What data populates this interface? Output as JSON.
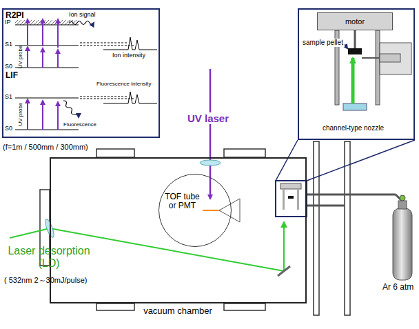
{
  "diagram": {
    "nodes": [
      {
        "text": [
          "R2PI",
          "IP",
          "Ion signal",
          "S1",
          "S0",
          "UV probe",
          "Ion intensity",
          "LIF",
          "S1",
          "S0",
          "UV probe",
          "Fluorescence",
          "Fluorescence intensity"
        ]
      },
      {
        "text": [
          "sample pellet",
          "channel-type nozzle"
        ]
      },
      {
        "text": [
          "motor"
        ],
        "in": 1
      },
      {
        "text": [
          "vacuum chamber"
        ]
      },
      {
        "text": [
          "TOF tube or PMT"
        ],
        "in": 3
      }
    ],
    "labels": [
      "UV laser",
      "(f=1m / 500mm / 300mm)",
      "Laser desorption (LD)",
      "( 532nm 2～30mJ/pulse)",
      "Ar 6 atm"
    ]
  }
}
